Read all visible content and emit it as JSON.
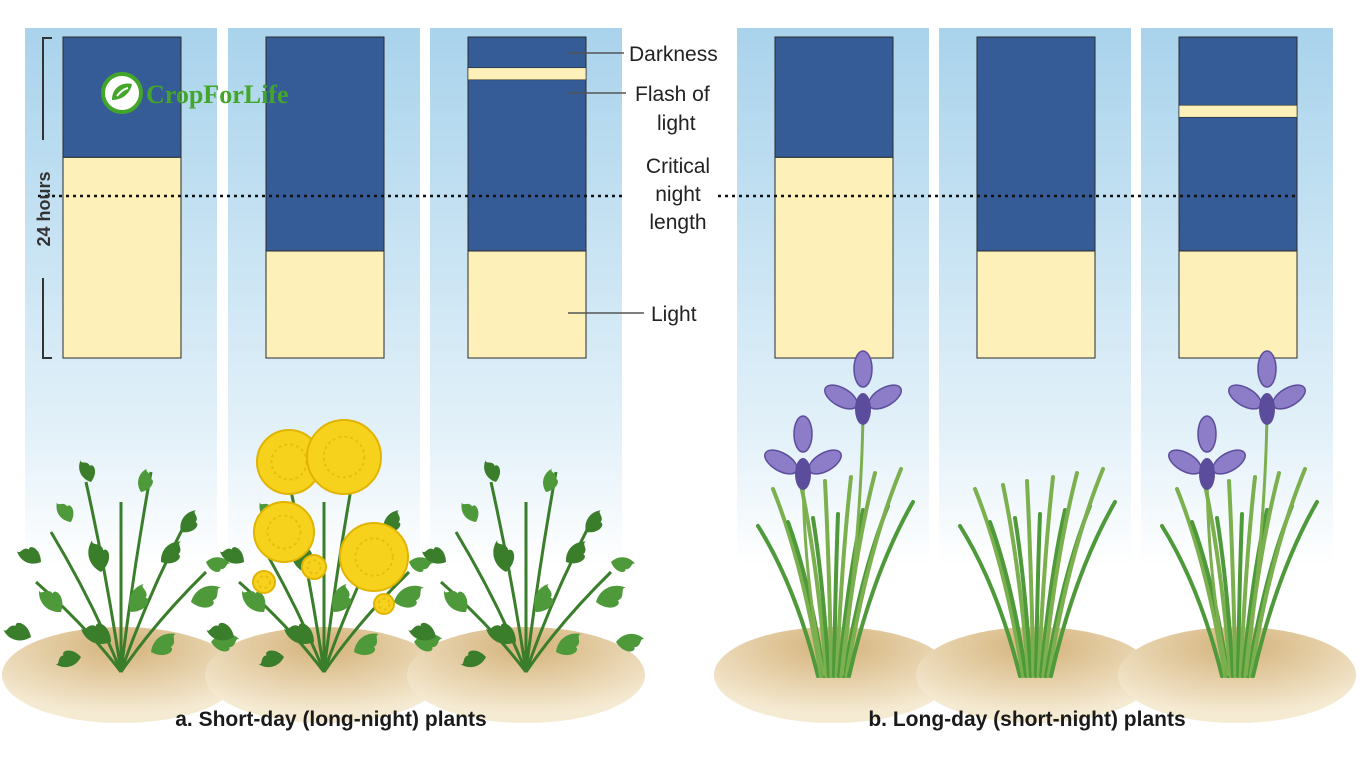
{
  "scale_label": "24 hours",
  "labels": {
    "darkness": "Darkness",
    "flash_line1": "Flash of",
    "flash_line2": "light",
    "critical_line1": "Critical",
    "critical_line2": "night",
    "critical_line3": "length",
    "light": "Light"
  },
  "captions": {
    "short_day": "a. Short-day (long-night) plants",
    "long_day": "b. Long-day (short-night) plants"
  },
  "logo": {
    "text": "CropForLife"
  },
  "panels": [
    {
      "group": "short-day",
      "dark_hours": 9,
      "flash": false,
      "plant": "chrysanthemum",
      "flowering": false
    },
    {
      "group": "short-day",
      "dark_hours": 16,
      "flash": false,
      "plant": "chrysanthemum",
      "flowering": true
    },
    {
      "group": "short-day",
      "dark_hours": 16,
      "flash": true,
      "plant": "chrysanthemum",
      "flowering": false
    },
    {
      "group": "long-day",
      "dark_hours": 9,
      "flash": false,
      "plant": "iris",
      "flowering": true
    },
    {
      "group": "long-day",
      "dark_hours": 16,
      "flash": false,
      "plant": "iris",
      "flowering": false
    },
    {
      "group": "long-day",
      "dark_hours": 16,
      "flash": true,
      "plant": "iris",
      "flowering": true
    }
  ],
  "critical_night_hours": 12,
  "colors": {
    "darkness": "#355c96",
    "light": "#fdf0b8",
    "flash": "#fdf0b8",
    "sky_top": "#a9d3ec",
    "sky_bottom": "#ffffff",
    "soil": "#ddc08e",
    "leaf": "#4e9a3a",
    "leaf_dark": "#3a7d2a",
    "mum_flower": "#f7d21c",
    "iris_petal": "#8d7cc7",
    "iris_petal_dark": "#5c4d9c",
    "grass": "#7cb04f"
  }
}
